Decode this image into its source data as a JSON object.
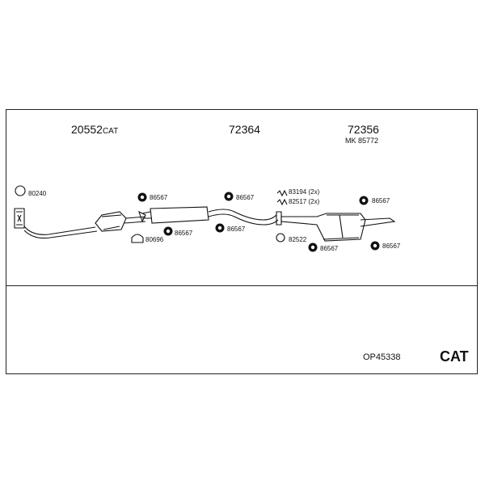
{
  "title_numbers": {
    "cat_prefix": "20552",
    "cat_suffix": "CAT",
    "middle": "72364",
    "rear": "72356",
    "rear_kit": "MK 85772"
  },
  "part_labels": {
    "p80240": "80240",
    "p86567_a": "86567",
    "p86567_b": "86567",
    "p86567_c": "86567",
    "p86567_d": "86567",
    "p86567_e": "86567",
    "p86567_f": "86567",
    "p86567_g": "86567",
    "p80696": "80696",
    "p83194": "83194 (2x)",
    "p82517": "82517 (2x)",
    "p82522": "82522"
  },
  "footer": {
    "set_code": "OP45338",
    "badge": "CAT"
  }
}
